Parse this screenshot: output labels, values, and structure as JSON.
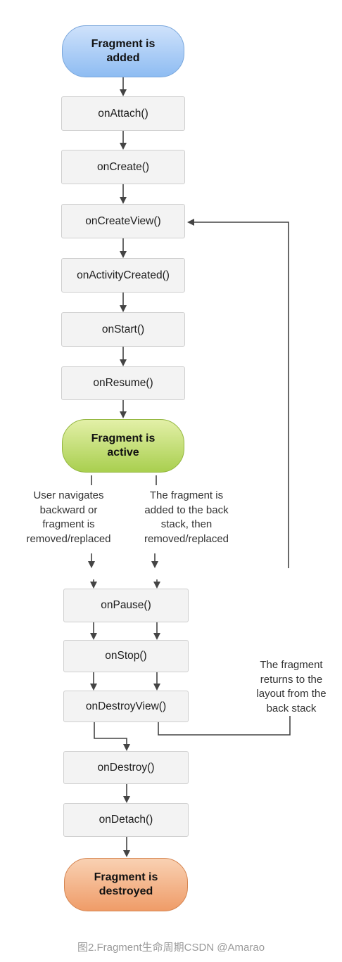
{
  "start": "Fragment is\nadded",
  "steps_top": [
    "onAttach()",
    "onCreate()",
    "onCreateView()",
    "onActivityCreated()",
    "onStart()",
    "onResume()"
  ],
  "active": "Fragment is\nactive",
  "branch_left": "User navigates\nbackward or\nfragment is\nremoved/replaced",
  "branch_right": "The fragment is\nadded to the back\nstack, then\nremoved/replaced",
  "steps_bottom": [
    "onPause()",
    "onStop()",
    "onDestroyView()",
    "onDestroy()",
    "onDetach()"
  ],
  "return_note": "The fragment\nreturns to the\nlayout from the\nback stack",
  "end": "Fragment is\ndestroyed",
  "caption": "图2.Fragment生命周期CSDN @Amarao",
  "colors": {
    "added": "#8ebcf2",
    "active": "#a9cf4f",
    "destroyed": "#ef9c68",
    "line": "#444444"
  }
}
